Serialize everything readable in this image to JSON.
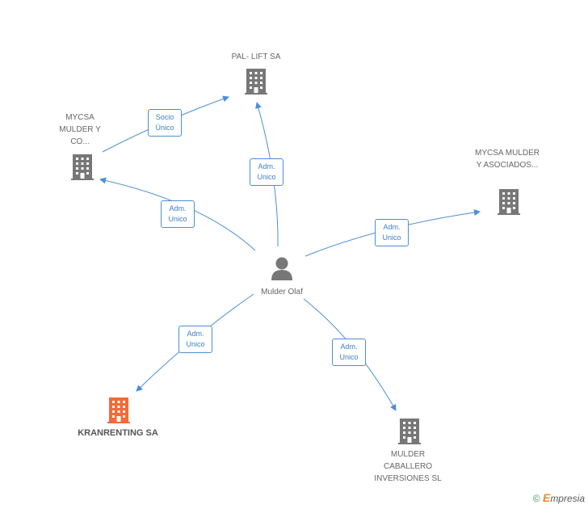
{
  "nodes": {
    "pal_lift": {
      "label": "PAL- LIFT SA"
    },
    "mycsa_co": {
      "label": "MYCSA MULDER Y CO..."
    },
    "mycsa_asociados": {
      "label": "MYCSA MULDER Y ASOCIADOS..."
    },
    "mulder_olaf": {
      "label": "Mulder Olaf"
    },
    "kranrenting": {
      "label": "KRANRENTING SA"
    },
    "mulder_caballero": {
      "label": "MULDER CABALLERO INVERSIONES SL"
    }
  },
  "edges": {
    "socio_unico": {
      "line1": "Socio",
      "line2": "Único"
    },
    "adm_pal_lift": {
      "line1": "Adm.",
      "line2": "Unico"
    },
    "adm_mycsa_co": {
      "line1": "Adm.",
      "line2": "Unico"
    },
    "adm_mycsa_asociados": {
      "line1": "Adm.",
      "line2": "Unico"
    },
    "adm_kranrenting": {
      "line1": "Adm.",
      "line2": "Unico"
    },
    "adm_mulder_caballero": {
      "line1": "Adm.",
      "line2": "Unico"
    }
  },
  "colors": {
    "edge": "#4a8fd6",
    "company_icon": "#777777",
    "highlight_company_icon": "#f26a36",
    "person_icon": "#777777"
  },
  "brand": {
    "symbol": "©",
    "e": "E",
    "name": "mpresia"
  }
}
